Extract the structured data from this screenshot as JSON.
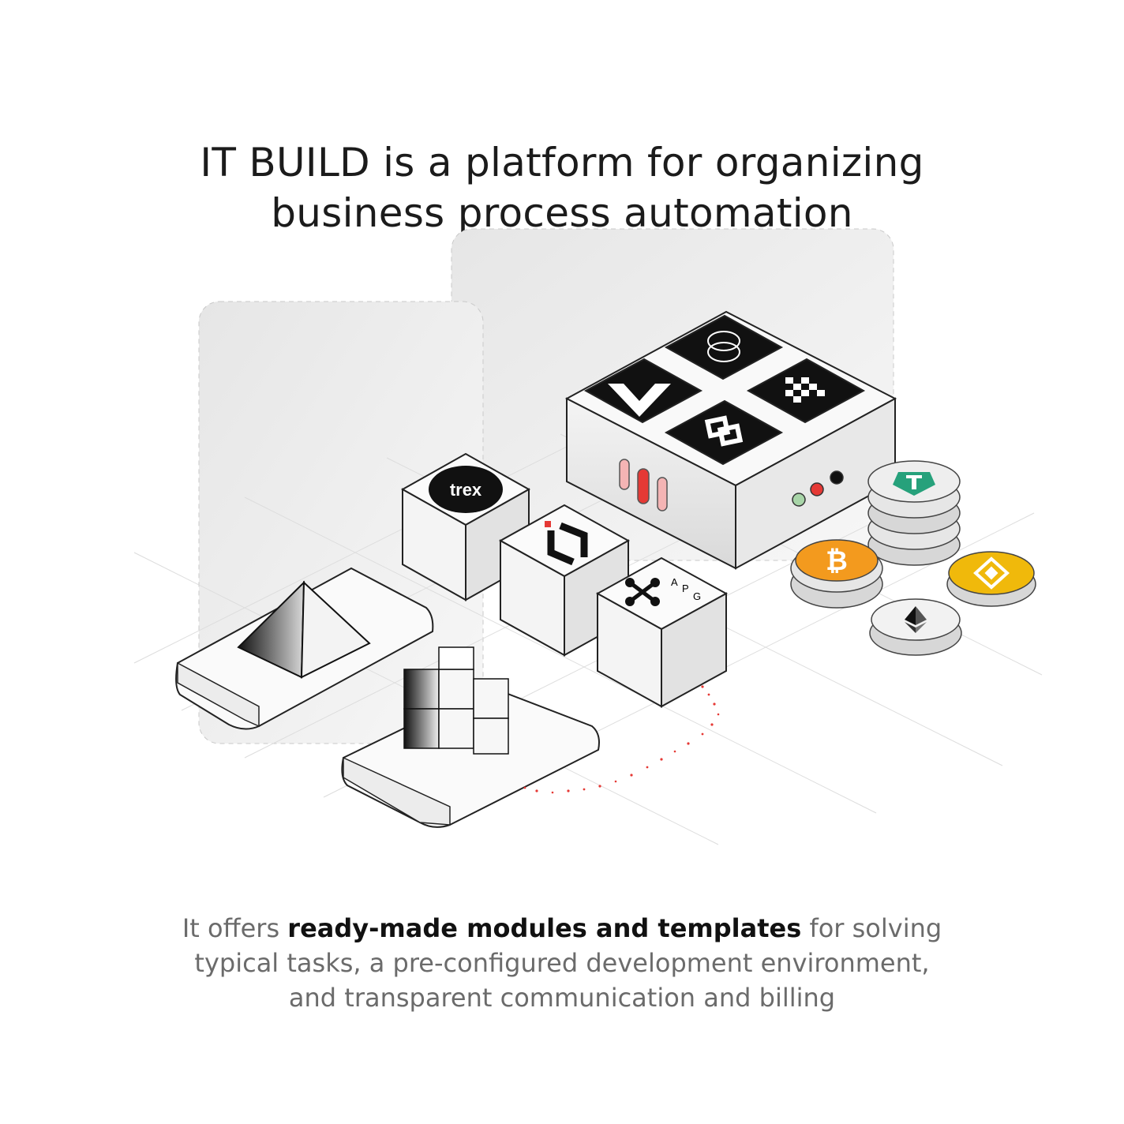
{
  "headline": {
    "line1": "IT BUILD is a platform for organizing",
    "line2": "business process automation"
  },
  "illustration": {
    "cube_trex_label": "trex",
    "cube_apg_letters": [
      "A",
      "P",
      "G"
    ]
  },
  "caption": {
    "prefix": "It offers ",
    "bold": "ready-made modules and templates",
    "suffix": " for solving",
    "line2": "typical tasks, a pre-configured development environment,",
    "line3": "and transparent communication and billing"
  },
  "colors": {
    "bitcoin": "#f39a1e",
    "tether": "#26a17b",
    "bnb": "#f0b90b",
    "accent_red": "#e53935",
    "dark": "#111111"
  },
  "icons": [
    "pyramid-icon",
    "bitcoin-icon",
    "tether-icon",
    "bnb-icon",
    "ethereum-icon",
    "chess-icon",
    "link-icon",
    "vue-icon",
    "ring-icon"
  ]
}
